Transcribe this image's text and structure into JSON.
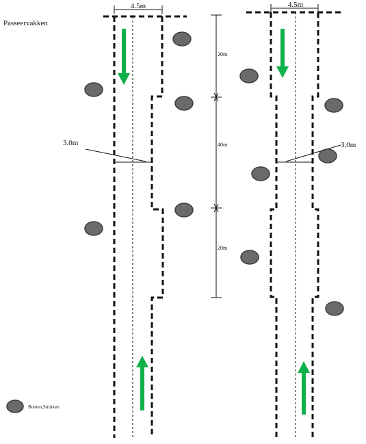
{
  "title": "Passeervakken",
  "left_road": {
    "width_label": "4.5m",
    "offset_label": "3.0m"
  },
  "right_road": {
    "width_label": "4.5m",
    "offset_label": "3.0m"
  },
  "dimensions": {
    "top": "20m",
    "middle": "40m",
    "bottom": "20m"
  },
  "legend": {
    "label": "Bomen,Struiken",
    "icon": "tree-symbol"
  },
  "colors": {
    "arrow": "#10b04a",
    "tree": "#6a6a6a",
    "line": "#111111"
  }
}
